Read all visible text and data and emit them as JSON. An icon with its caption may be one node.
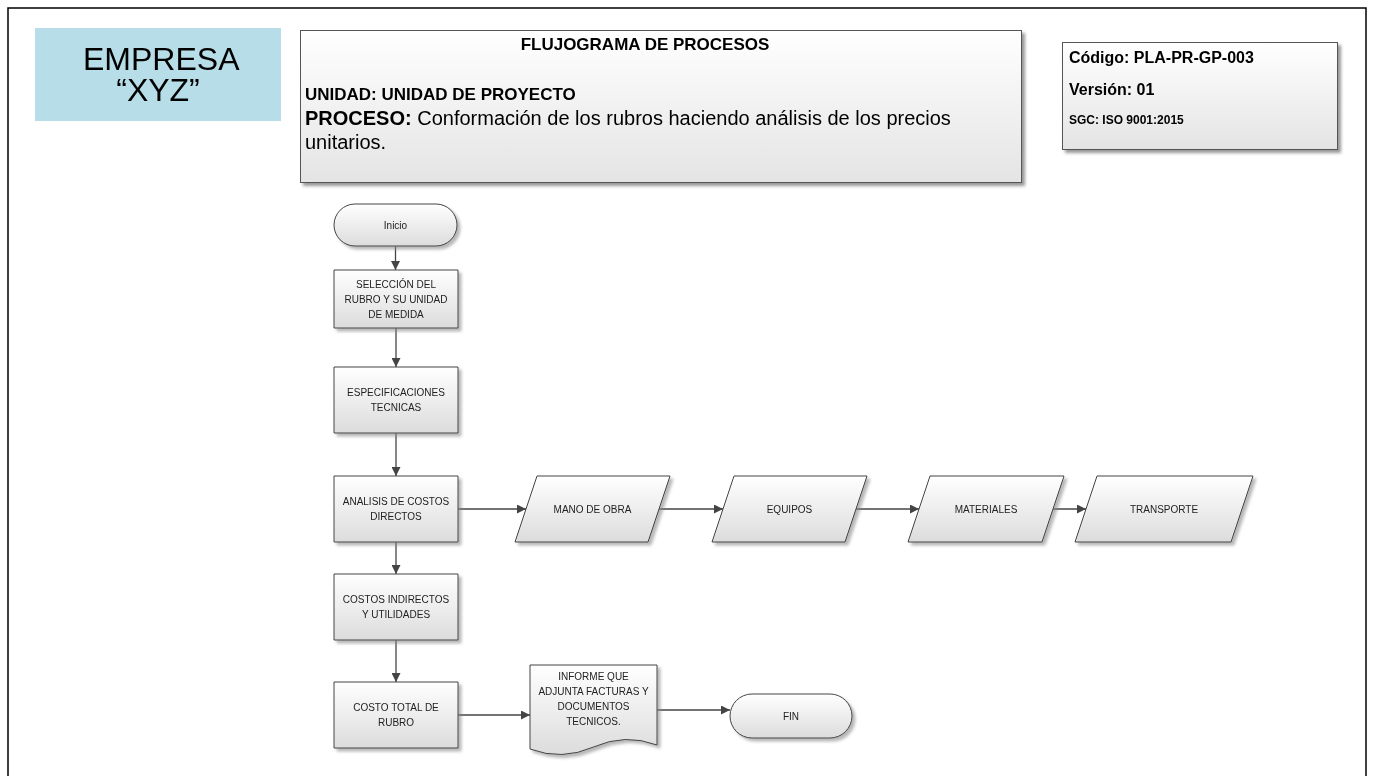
{
  "diagram": {
    "title": "FLUJOGRAMA DE PROCESOS",
    "nodes": [
      {
        "text": [
          "EMPRESA “XYZ”"
        ]
      },
      {
        "text": [
          "UNIDAD: UNIDAD DE PROYECTO",
          "**PROCESO:** Conformación de los rubros haciendo análisis de los precios unitarios."
        ]
      },
      {
        "text": [
          "Código: PLA-PR-GP-003",
          "Versión: 01",
          "SGC: ISO 9001:2015"
        ]
      },
      {
        "text": [
          "Inicio"
        ]
      },
      {
        "text": [
          "SELECCIÓN DEL RUBRO Y SU UNIDAD DE MEDIDA"
        ]
      },
      {
        "text": [
          "ESPECIFICACIONES TECNICAS"
        ]
      },
      {
        "text": [
          "ANALISIS DE COSTOS DIRECTOS"
        ]
      },
      {
        "text": [
          "MANO DE OBRA"
        ]
      },
      {
        "text": [
          "EQUIPOS"
        ]
      },
      {
        "text": [
          "MATERIALES"
        ]
      },
      {
        "text": [
          "TRANSPORTE"
        ]
      },
      {
        "text": [
          "COSTOS INDIRECTOS Y UTILIDADES"
        ]
      },
      {
        "text": [
          "COSTO TOTAL DE RUBRO"
        ]
      },
      {
        "text": [
          "INFORME QUE ADJUNTA FACTURAS Y DOCUMENTOS TECNICOS."
        ]
      },
      {
        "text": [
          "FIN"
        ]
      }
    ],
    "edges": [
      {
        "from": 3,
        "to": 4,
        "arrow": "to"
      },
      {
        "from": 4,
        "to": 5,
        "arrow": "to"
      },
      {
        "from": 5,
        "to": 6,
        "arrow": "to"
      },
      {
        "from": 6,
        "to": 7,
        "arrow": "to"
      },
      {
        "from": 7,
        "to": 8,
        "arrow": "to"
      },
      {
        "from": 8,
        "to": 9,
        "arrow": "to"
      },
      {
        "from": 9,
        "to": 10,
        "arrow": "to"
      },
      {
        "from": 6,
        "to": 11,
        "arrow": "to"
      },
      {
        "from": 11,
        "to": 12,
        "arrow": "to"
      },
      {
        "from": 12,
        "to": 13,
        "arrow": "to"
      },
      {
        "from": 13,
        "to": 14,
        "arrow": "to"
      }
    ]
  }
}
